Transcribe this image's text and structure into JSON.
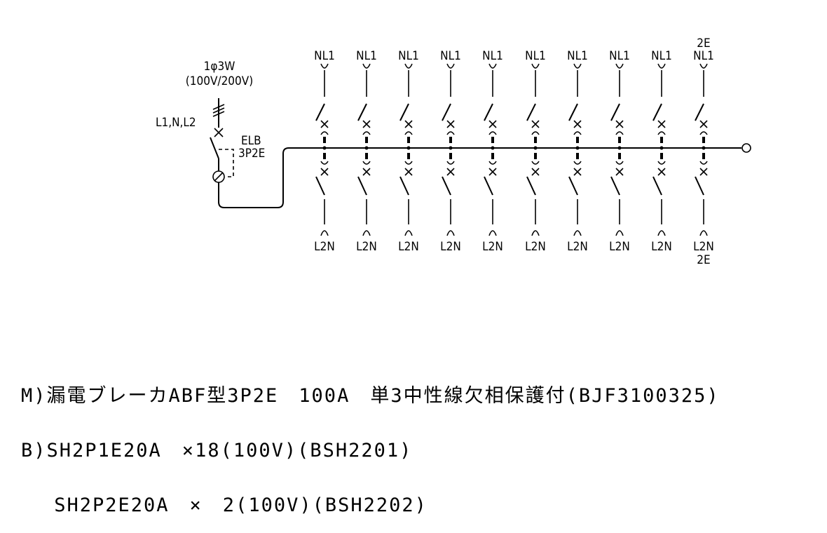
{
  "supply": {
    "phase_label": "1φ3W",
    "voltage_label": "(100V/200V)",
    "conductors_label": "L1,N,L2"
  },
  "main_breaker": {
    "type_label": "ELB",
    "poles_label": "3P2E"
  },
  "branches": {
    "top_labels": [
      "NL1",
      "NL1",
      "NL1",
      "NL1",
      "NL1",
      "NL1",
      "NL1",
      "NL1",
      "NL1",
      "NL1"
    ],
    "bottom_labels": [
      "L2N",
      "L2N",
      "L2N",
      "L2N",
      "L2N",
      "L2N",
      "L2N",
      "L2N",
      "L2N",
      "L2N"
    ],
    "last_top_extra": "2E",
    "last_bottom_extra": "2E"
  },
  "notes": [
    "M)漏電ブレーカABF型3P2E　100A　単3中性線欠相保護付(BJF3100325)",
    "B)SH2P1E20A　×18(100V)(BSH2201)",
    "　 SH2P2E20A　×　2(100V)(BSH2202)"
  ]
}
